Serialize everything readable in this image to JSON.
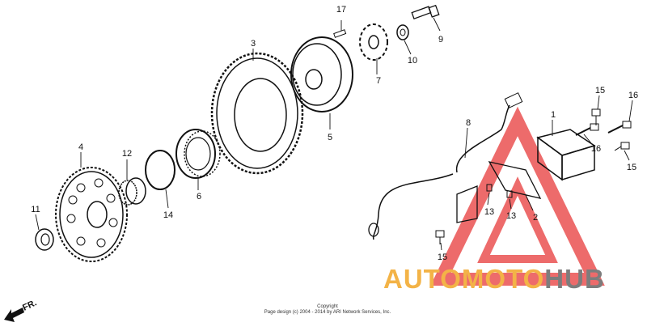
{
  "labels": {
    "p1": "1",
    "p2": "2",
    "p3": "3",
    "p4": "4",
    "p5": "5",
    "p6": "6",
    "p7": "7",
    "p8": "8",
    "p9": "9",
    "p10": "10",
    "p11": "11",
    "p12": "12",
    "p13a": "13",
    "p13b": "13",
    "p14": "14",
    "p15a": "15",
    "p15b": "15",
    "p15c": "15",
    "p16a": "16",
    "p16b": "16",
    "p17": "17"
  },
  "direction": "FR.",
  "watermark": {
    "auto": "AUTO",
    "moto": "MOTO",
    "hub": "HUB",
    "triangle_color": "#e83a3a"
  },
  "footer": {
    "line1": "Copyright",
    "line2": "Page design (c) 2004 - 2014 by ARI Network Services, Inc."
  }
}
